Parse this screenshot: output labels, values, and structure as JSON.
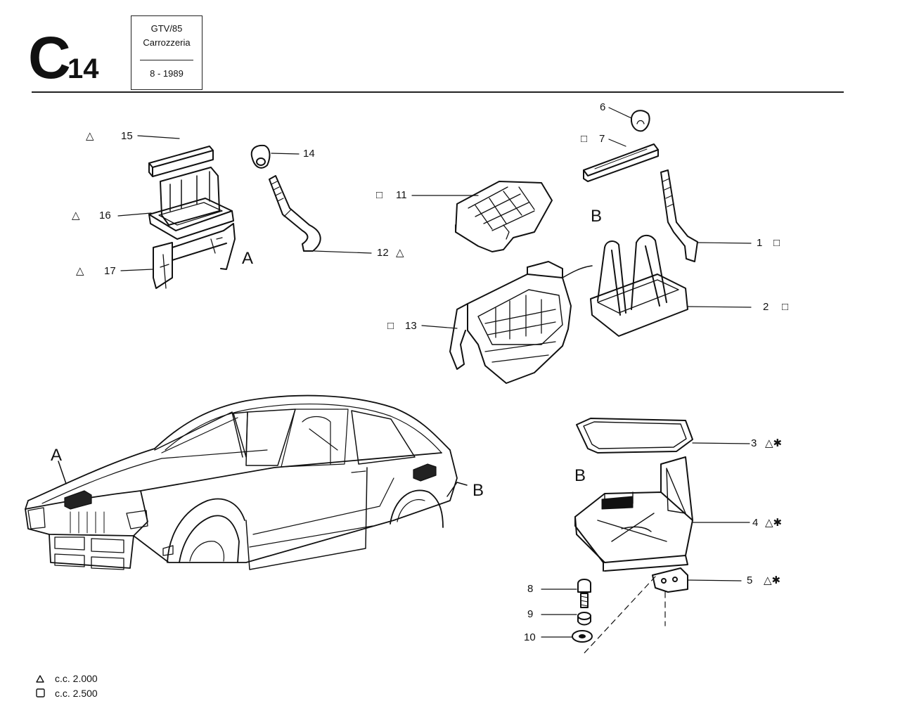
{
  "header": {
    "section_letter": "C",
    "section_number": "14",
    "model": "GTV/85",
    "group": "Carrozzeria",
    "date": "8 - 1989"
  },
  "parts": [
    {
      "number": "1",
      "marks": "□"
    },
    {
      "number": "2",
      "marks": "□"
    },
    {
      "number": "3",
      "marks": "△✱"
    },
    {
      "number": "4",
      "marks": "△✱"
    },
    {
      "number": "5",
      "marks": "△✱"
    },
    {
      "number": "6",
      "marks": ""
    },
    {
      "number": "7",
      "marks": "□"
    },
    {
      "number": "8",
      "marks": ""
    },
    {
      "number": "9",
      "marks": ""
    },
    {
      "number": "10",
      "marks": ""
    },
    {
      "number": "11",
      "marks": "□"
    },
    {
      "number": "12",
      "marks": "△"
    },
    {
      "number": "13",
      "marks": "□"
    },
    {
      "number": "14",
      "marks": ""
    },
    {
      "number": "15",
      "marks": "△"
    },
    {
      "number": "16",
      "marks": "△"
    },
    {
      "number": "17",
      "marks": "△"
    }
  ],
  "views": {
    "a_label": "A",
    "b_label": "B",
    "b2_label": "B",
    "car_a_label": "A",
    "car_b_label": "B"
  },
  "legend": [
    {
      "symbol": "△",
      "text": "c.c. 2.000"
    },
    {
      "symbol": "□",
      "text": "c.c. 2.500"
    }
  ]
}
